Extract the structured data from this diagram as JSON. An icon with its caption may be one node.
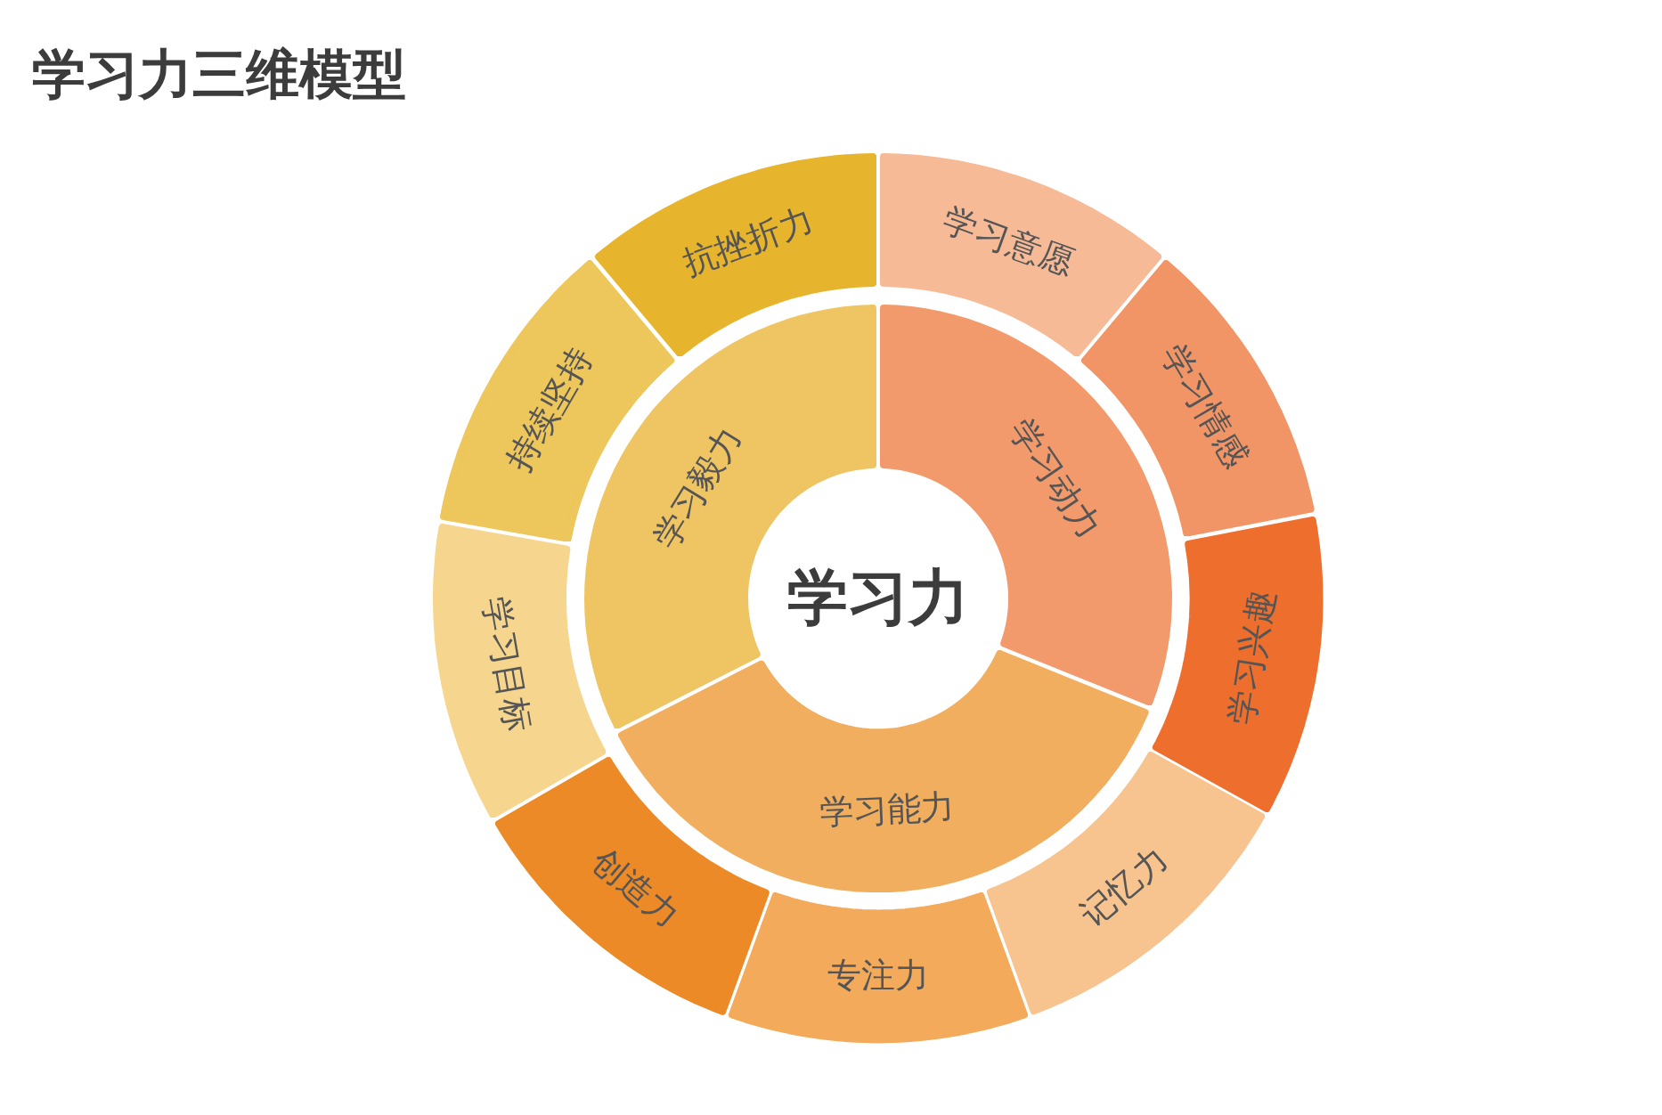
{
  "diagram": {
    "title": "学习力三维模型",
    "nodes": [
      {
        "text": [
          "学习力"
        ]
      },
      {
        "text": [
          "学习动力"
        ]
      },
      {
        "text": [
          "学习能力"
        ]
      },
      {
        "text": [
          "学习毅力"
        ]
      },
      {
        "text": [
          "学习意愿"
        ]
      },
      {
        "text": [
          "学习情感"
        ]
      },
      {
        "text": [
          "学习兴趣"
        ]
      },
      {
        "text": [
          "记忆力"
        ]
      },
      {
        "text": [
          "专注力"
        ]
      },
      {
        "text": [
          "创造力"
        ]
      },
      {
        "text": [
          "学习目标"
        ]
      },
      {
        "text": [
          "持续坚持"
        ]
      },
      {
        "text": [
          "抗挫折力"
        ]
      }
    ]
  }
}
